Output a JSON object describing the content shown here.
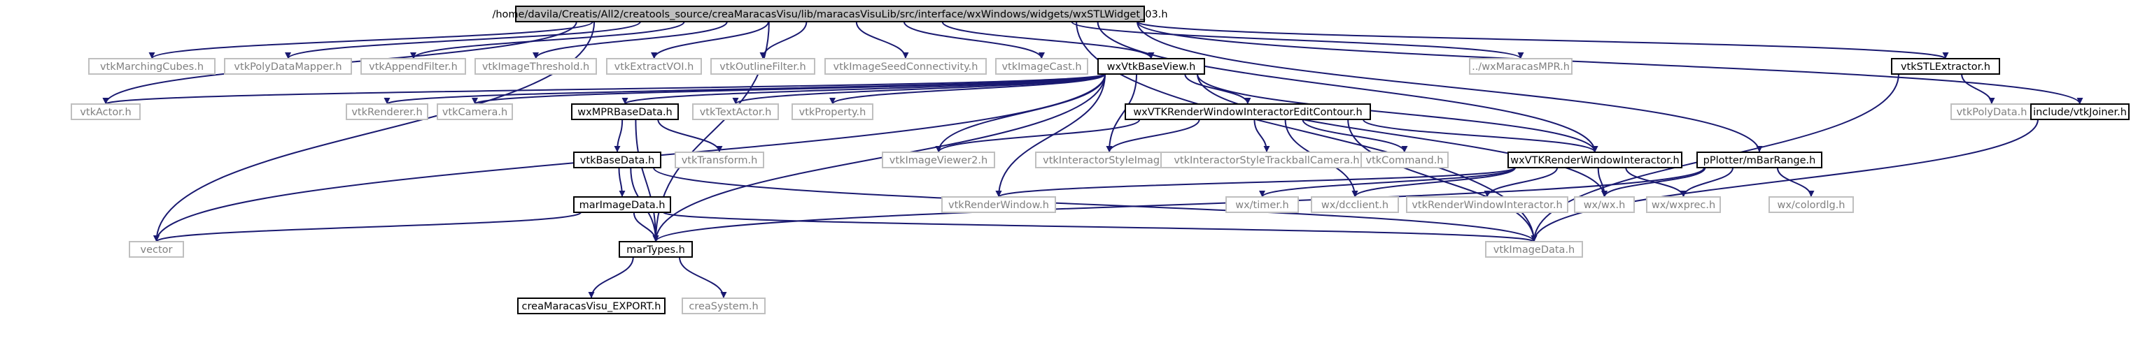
{
  "colors": {
    "edge": "#191970",
    "edge_light": "#808080",
    "root_fill": "#bfbfbf",
    "box_fill": "#ffffff",
    "box_stroke": "#000000",
    "missing_stroke": "#bfbfbf",
    "text_dark": "#000000",
    "text_light": "#808080"
  },
  "nodes": [
    {
      "id": "root",
      "label": "/home/davila/Creatis/All2/creatools_source/creaMaracasVisu/lib/maracasVisuLib/src/interface/wxWindows/widgets/wxSTLWidget_03.h",
      "kind": "root"
    },
    {
      "id": "vtkMarchingCubes",
      "label": "vtkMarchingCubes.h",
      "kind": "missing"
    },
    {
      "id": "vtkPolyDataMapper",
      "label": "vtkPolyDataMapper.h",
      "kind": "missing"
    },
    {
      "id": "vtkAppendFilter",
      "label": "vtkAppendFilter.h",
      "kind": "missing"
    },
    {
      "id": "vtkImageThreshold",
      "label": "vtkImageThreshold.h",
      "kind": "missing"
    },
    {
      "id": "vtkExtractVOI",
      "label": "vtkExtractVOI.h",
      "kind": "missing"
    },
    {
      "id": "vtkOutlineFilter",
      "label": "vtkOutlineFilter.h",
      "kind": "missing"
    },
    {
      "id": "vtkImageSeedConnectivity",
      "label": "vtkImageSeedConnectivity.h",
      "kind": "missing"
    },
    {
      "id": "vtkImageCast",
      "label": "vtkImageCast.h",
      "kind": "missing"
    },
    {
      "id": "wxVtkBaseView",
      "label": "wxVtkBaseView.h",
      "kind": "normal"
    },
    {
      "id": "wxMaracasMPR",
      "label": "../wxMaracasMPR.h",
      "kind": "missing"
    },
    {
      "id": "vtkSTLExtractor",
      "label": "vtkSTLExtractor.h",
      "kind": "normal"
    },
    {
      "id": "vtkActor",
      "label": "vtkActor.h",
      "kind": "missing"
    },
    {
      "id": "vtkRenderer",
      "label": "vtkRenderer.h",
      "kind": "missing"
    },
    {
      "id": "vtkCamera",
      "label": "vtkCamera.h",
      "kind": "missing"
    },
    {
      "id": "wxMPRBaseData",
      "label": "wxMPRBaseData.h",
      "kind": "normal"
    },
    {
      "id": "vtkTextActor",
      "label": "vtkTextActor.h",
      "kind": "missing"
    },
    {
      "id": "vtkProperty",
      "label": "vtkProperty.h",
      "kind": "missing"
    },
    {
      "id": "wxVTKRenderWindowInteractorEditContour",
      "label": "wxVTKRenderWindowInteractorEditContour.h",
      "kind": "normal"
    },
    {
      "id": "vtkPolyData",
      "label": "vtkPolyData.h",
      "kind": "missing"
    },
    {
      "id": "vtkJoiner",
      "label": "include/vtkJoiner.h",
      "kind": "normal"
    },
    {
      "id": "vtkTransform",
      "label": "vtkTransform.h",
      "kind": "missing"
    },
    {
      "id": "vtkImageViewer2",
      "label": "vtkImageViewer2.h",
      "kind": "missing"
    },
    {
      "id": "vtkInteractorStyleImage",
      "label": "vtkInteractorStyleImage.h",
      "kind": "missing"
    },
    {
      "id": "vtkInteractorStyleTrackballCamera",
      "label": "vtkInteractorStyleTrackballCamera.h",
      "kind": "missing"
    },
    {
      "id": "vtkCommand",
      "label": "vtkCommand.h",
      "kind": "missing"
    },
    {
      "id": "wxVTKRenderWindowInteractor",
      "label": "wxVTKRenderWindowInteractor.h",
      "kind": "normal"
    },
    {
      "id": "pPlotterMBarRange",
      "label": "pPlotter/mBarRange.h",
      "kind": "normal"
    },
    {
      "id": "vtkBaseData",
      "label": "vtkBaseData.h",
      "kind": "normal"
    },
    {
      "id": "vtkRenderWindow",
      "label": "vtkRenderWindow.h",
      "kind": "missing"
    },
    {
      "id": "wxtimer",
      "label": "wx/timer.h",
      "kind": "missing"
    },
    {
      "id": "wxdcclient",
      "label": "wx/dcclient.h",
      "kind": "missing"
    },
    {
      "id": "vtkRenderWindowInteractor",
      "label": "vtkRenderWindowInteractor.h",
      "kind": "missing"
    },
    {
      "id": "wxwx",
      "label": "wx/wx.h",
      "kind": "missing"
    },
    {
      "id": "wxwxprec",
      "label": "wx/wxprec.h",
      "kind": "missing"
    },
    {
      "id": "wxcolordlg",
      "label": "wx/colordlg.h",
      "kind": "missing"
    },
    {
      "id": "marImageData",
      "label": "marImageData.h",
      "kind": "normal"
    },
    {
      "id": "vector",
      "label": "vector",
      "kind": "missing"
    },
    {
      "id": "marTypes",
      "label": "marTypes.h",
      "kind": "normal"
    },
    {
      "id": "vtkImageData",
      "label": "vtkImageData.h",
      "kind": "missing"
    },
    {
      "id": "creaMaracasVisuExport",
      "label": "creaMaracasVisu_EXPORT.h",
      "kind": "normal"
    },
    {
      "id": "creaSystem",
      "label": "creaSystem.h",
      "kind": "missing"
    }
  ],
  "edges": [
    [
      "root",
      "vtkMarchingCubes"
    ],
    [
      "root",
      "vtkPolyDataMapper"
    ],
    [
      "root",
      "vtkAppendFilter"
    ],
    [
      "root",
      "vtkImageThreshold"
    ],
    [
      "root",
      "vtkExtractVOI"
    ],
    [
      "root",
      "vtkOutlineFilter"
    ],
    [
      "root",
      "vtkImageSeedConnectivity"
    ],
    [
      "root",
      "vtkImageCast"
    ],
    [
      "root",
      "wxVtkBaseView"
    ],
    [
      "root",
      "wxMaracasMPR"
    ],
    [
      "root",
      "vtkSTLExtractor"
    ],
    [
      "root",
      "vtkJoiner"
    ],
    [
      "root",
      "vtkActor"
    ],
    [
      "root",
      "vector"
    ],
    [
      "root",
      "marTypes"
    ],
    [
      "root",
      "vtkImageData"
    ],
    [
      "root",
      "wxVTKRenderWindowInteractor"
    ],
    [
      "root",
      "pPlotterMBarRange"
    ],
    [
      "wxVtkBaseView",
      "vtkActor"
    ],
    [
      "wxVtkBaseView",
      "vtkRenderer"
    ],
    [
      "wxVtkBaseView",
      "vtkCamera"
    ],
    [
      "wxVtkBaseView",
      "wxMPRBaseData"
    ],
    [
      "wxVtkBaseView",
      "vtkTextActor"
    ],
    [
      "wxVtkBaseView",
      "vtkProperty"
    ],
    [
      "wxVtkBaseView",
      "wxVTKRenderWindowInteractorEditContour"
    ],
    [
      "wxVtkBaseView",
      "wxVTKRenderWindowInteractor"
    ],
    [
      "wxVtkBaseView",
      "vtkImageViewer2"
    ],
    [
      "wxVtkBaseView",
      "vtkInteractorStyleImage"
    ],
    [
      "wxVtkBaseView",
      "vtkRenderWindow"
    ],
    [
      "wxVtkBaseView",
      "wxwx"
    ],
    [
      "wxVtkBaseView",
      "marTypes"
    ],
    [
      "wxVtkBaseView",
      "vector"
    ],
    [
      "wxMPRBaseData",
      "vtkBaseData"
    ],
    [
      "wxMPRBaseData",
      "vtkTransform"
    ],
    [
      "wxMPRBaseData",
      "marTypes"
    ],
    [
      "vtkBaseData",
      "marImageData"
    ],
    [
      "vtkBaseData",
      "marTypes"
    ],
    [
      "vtkBaseData",
      "vtkImageData"
    ],
    [
      "marImageData",
      "vector"
    ],
    [
      "marImageData",
      "marTypes"
    ],
    [
      "marImageData",
      "vtkImageData"
    ],
    [
      "marTypes",
      "creaMaracasVisuExport"
    ],
    [
      "marTypes",
      "creaSystem"
    ],
    [
      "wxVTKRenderWindowInteractorEditContour",
      "vtkImageViewer2"
    ],
    [
      "wxVTKRenderWindowInteractorEditContour",
      "vtkInteractorStyleImage"
    ],
    [
      "wxVTKRenderWindowInteractorEditContour",
      "vtkInteractorStyleTrackballCamera"
    ],
    [
      "wxVTKRenderWindowInteractorEditContour",
      "vtkCommand"
    ],
    [
      "wxVTKRenderWindowInteractorEditContour",
      "wxVTKRenderWindowInteractor"
    ],
    [
      "wxVTKRenderWindowInteractorEditContour",
      "wxdcclient"
    ],
    [
      "wxVTKRenderWindowInteractorEditContour",
      "vtkImageData"
    ],
    [
      "wxVTKRenderWindowInteractor",
      "vtkRenderWindow"
    ],
    [
      "wxVTKRenderWindowInteractor",
      "wxtimer"
    ],
    [
      "wxVTKRenderWindowInteractor",
      "wxdcclient"
    ],
    [
      "wxVTKRenderWindowInteractor",
      "vtkRenderWindowInteractor"
    ],
    [
      "wxVTKRenderWindowInteractor",
      "wxwx"
    ],
    [
      "wxVTKRenderWindowInteractor",
      "wxwxprec"
    ],
    [
      "pPlotterMBarRange",
      "wxwx"
    ],
    [
      "pPlotterMBarRange",
      "wxwxprec"
    ],
    [
      "pPlotterMBarRange",
      "wxcolordlg"
    ],
    [
      "pPlotterMBarRange",
      "marTypes"
    ],
    [
      "vtkSTLExtractor",
      "vtkPolyData"
    ],
    [
      "vtkSTLExtractor",
      "vtkImageData"
    ],
    [
      "vtkJoiner",
      "vtkImageData"
    ]
  ]
}
